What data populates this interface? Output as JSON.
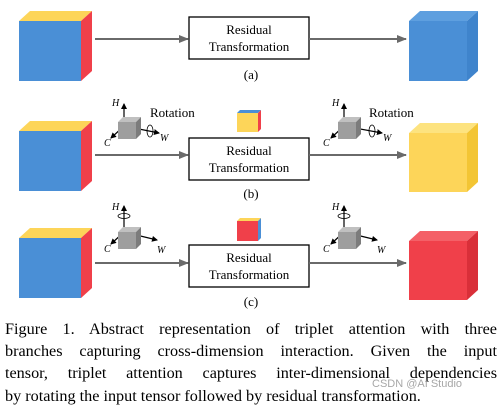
{
  "colors": {
    "cube_blue": "#4a8fd6",
    "cube_red": "#f0404a",
    "cube_yellow": "#fdd559",
    "tensor_gray": "#9e9e9e",
    "arrow_gray": "#6a6a6a"
  },
  "figure": {
    "panels": [
      {
        "tag": "(a)",
        "box_line1": "Residual",
        "box_line2": "Transformation",
        "has_rotation": false
      },
      {
        "tag": "(b)",
        "box_line1": "Residual",
        "box_line2": "Transformation",
        "has_rotation": true,
        "rotation_label": "Rotation"
      },
      {
        "tag": "(c)",
        "box_line1": "Residual",
        "box_line2": "Transformation",
        "has_rotation": true
      }
    ],
    "axes": {
      "h": "H",
      "c": "C",
      "w": "W"
    }
  },
  "caption": {
    "lines": [
      "Figure 1. Abstract representation of triplet attention with three",
      "branches capturing cross-dimension interaction.  Given the input",
      "tensor, triplet attention captures inter-dimensional dependencies",
      "by rotating the input tensor followed by residual transformation."
    ]
  },
  "watermark": "CSDN @AI Studio"
}
